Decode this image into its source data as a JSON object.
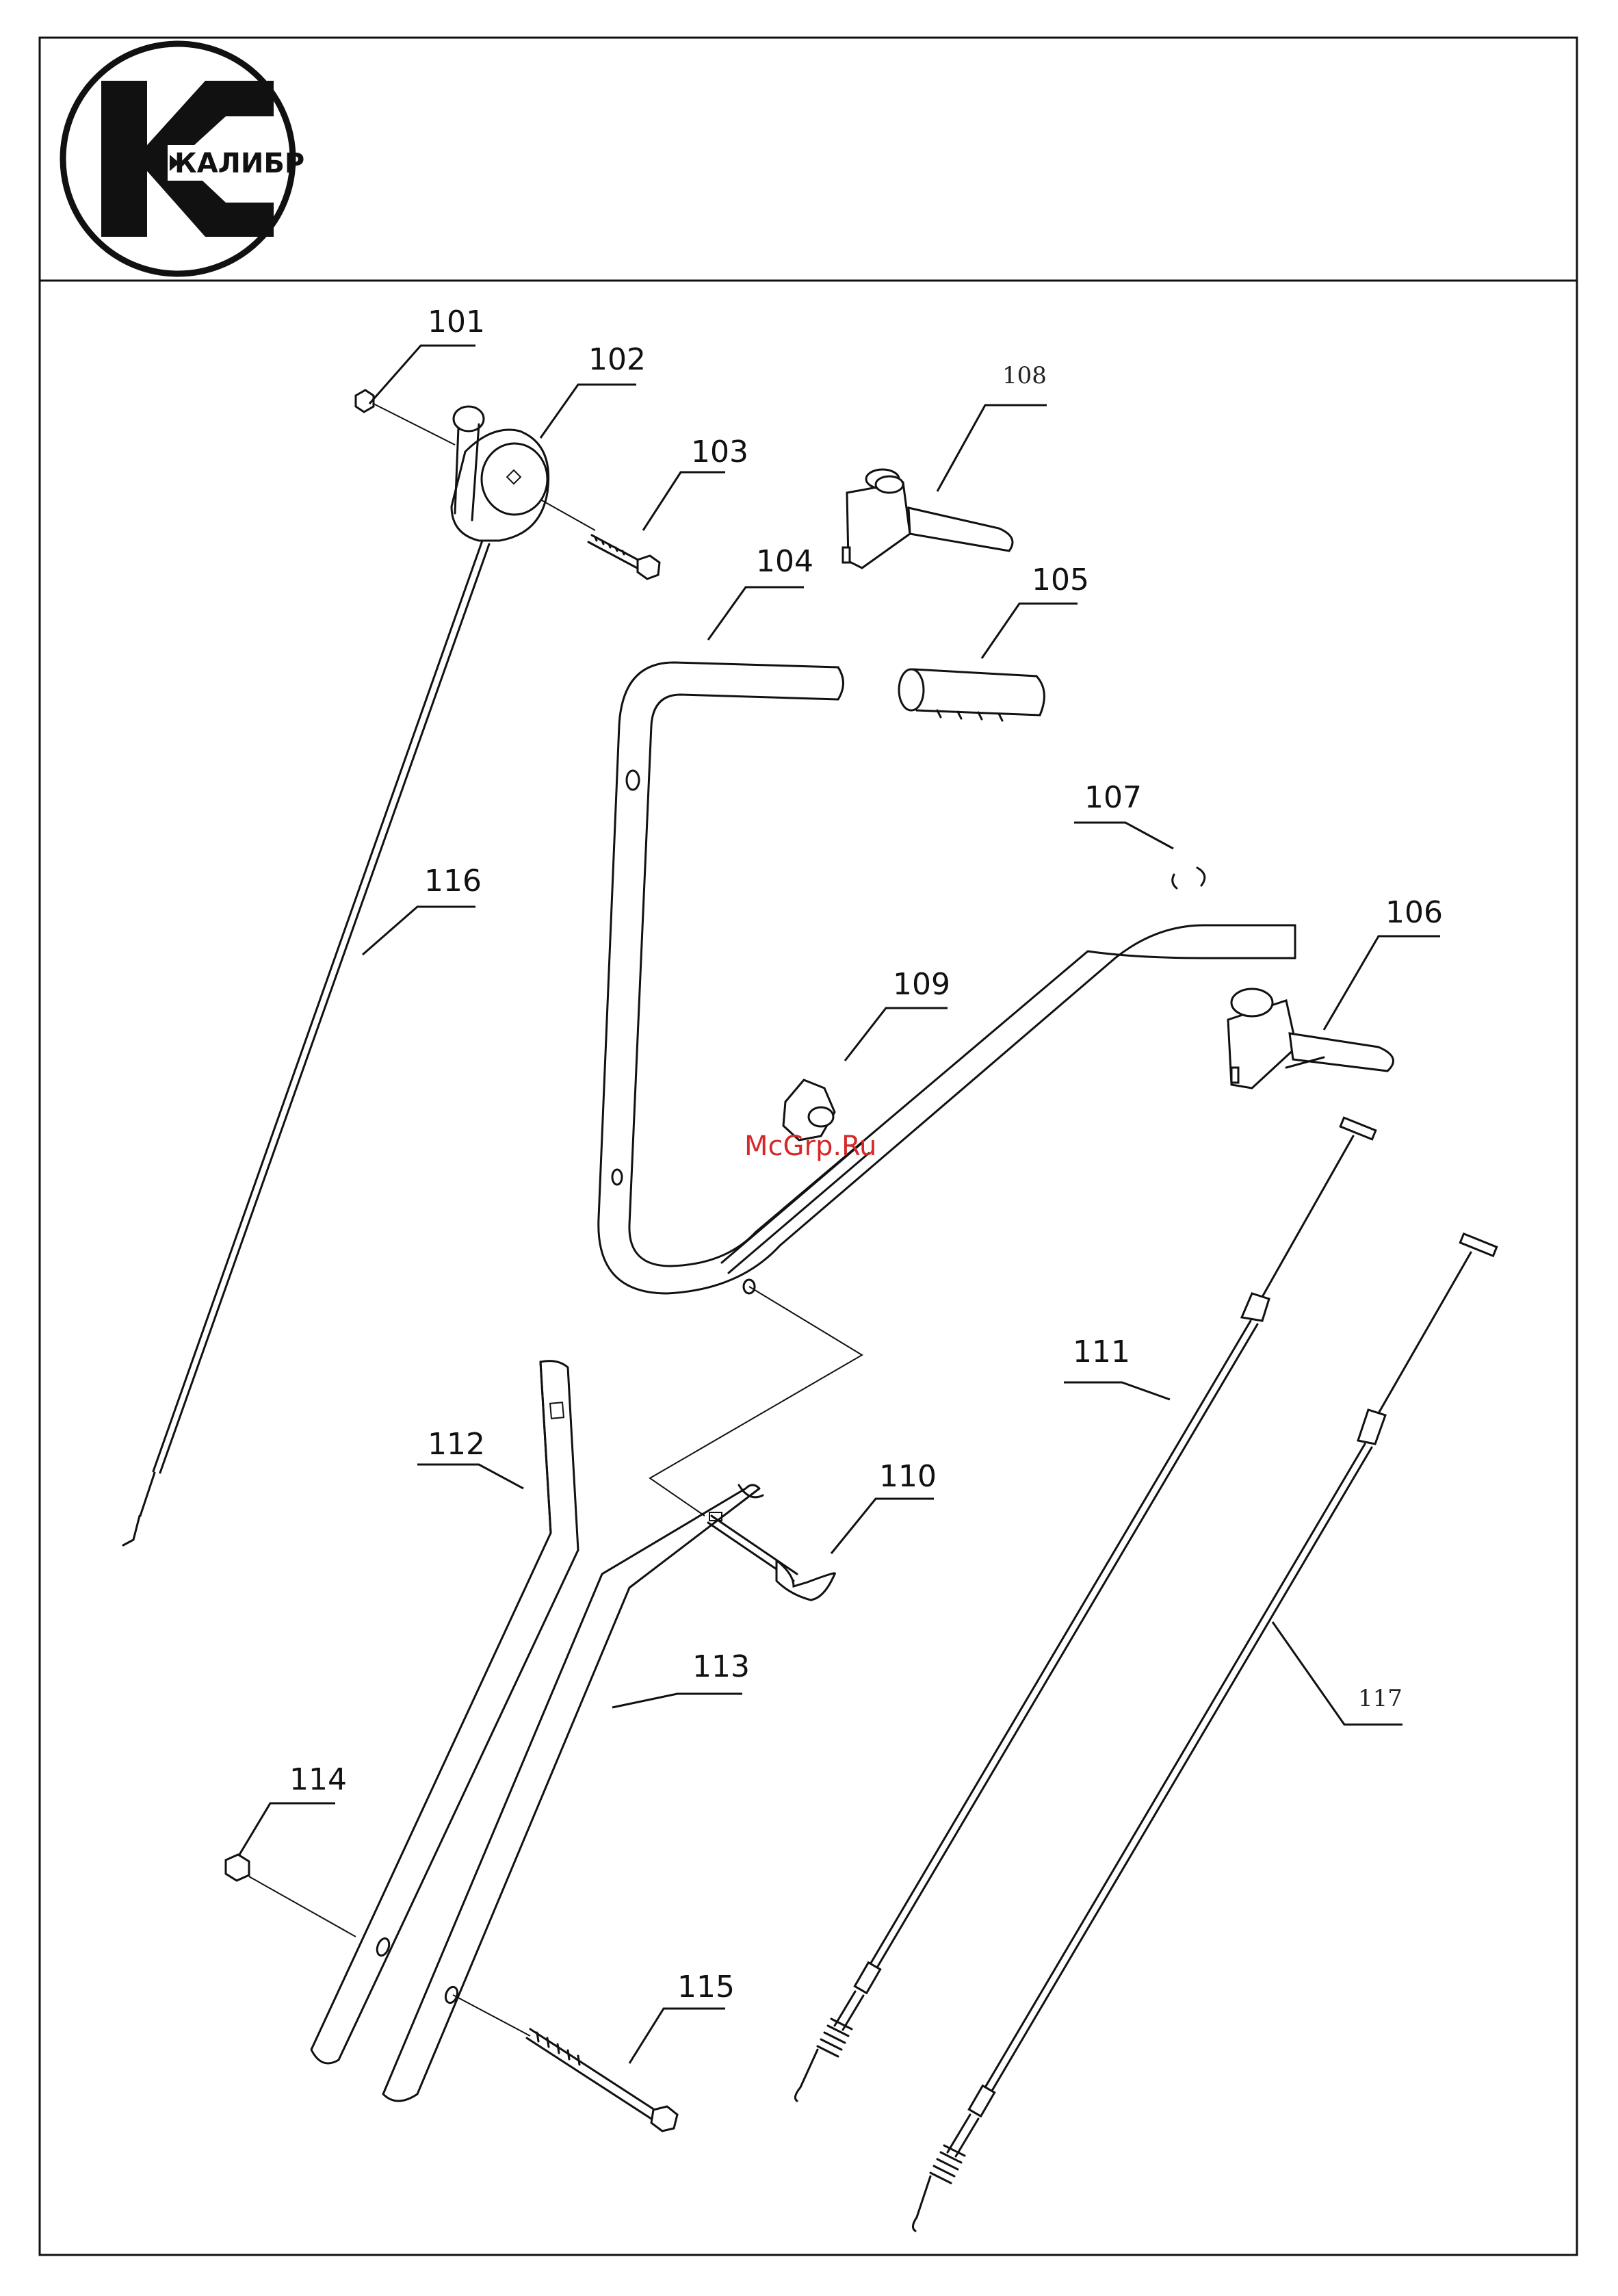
{
  "logo": {
    "text": "КАЛИБР"
  },
  "watermark": {
    "text": "McGrp.Ru",
    "color": "#d62828"
  },
  "parts": [
    {
      "id": "101",
      "label": "101"
    },
    {
      "id": "102",
      "label": "102"
    },
    {
      "id": "103",
      "label": "103"
    },
    {
      "id": "104",
      "label": "104"
    },
    {
      "id": "105",
      "label": "105"
    },
    {
      "id": "106",
      "label": "106"
    },
    {
      "id": "107",
      "label": "107"
    },
    {
      "id": "108",
      "label": "108"
    },
    {
      "id": "109",
      "label": "109"
    },
    {
      "id": "110",
      "label": "110"
    },
    {
      "id": "111",
      "label": "111"
    },
    {
      "id": "112",
      "label": "112"
    },
    {
      "id": "113",
      "label": "113"
    },
    {
      "id": "114",
      "label": "114"
    },
    {
      "id": "115",
      "label": "115"
    },
    {
      "id": "116",
      "label": "116"
    },
    {
      "id": "117",
      "label": "117"
    }
  ]
}
